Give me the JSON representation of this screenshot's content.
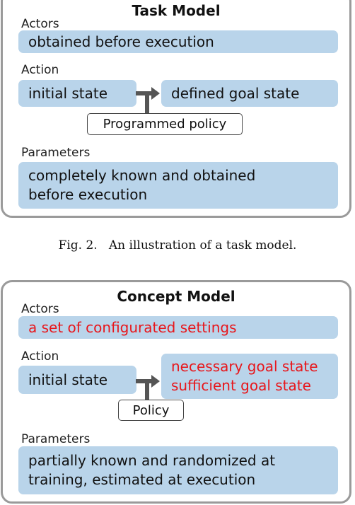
{
  "task_model": {
    "title": "Task Model",
    "actors_label": "Actors",
    "actors_value": "obtained before execution",
    "action_label": "Action",
    "initial_state": "initial state",
    "goal_state": "defined goal state",
    "policy": "Programmed policy",
    "parameters_label": "Parameters",
    "parameters_line1": "completely known and obtained",
    "parameters_line2": "before execution"
  },
  "caption": "Fig. 2.   An illustration of a task model.",
  "concept_model": {
    "title": "Concept Model",
    "actors_label": "Actors",
    "actors_value": "a set of configurated settings",
    "action_label": "Action",
    "initial_state": "initial state",
    "goal_state_line1": "necessary goal state",
    "goal_state_line2": "sufficient goal state",
    "policy": "Policy",
    "parameters_label": "Parameters",
    "parameters_line1": "partially known and randomized at",
    "parameters_line2": "training, estimated at execution"
  },
  "colors": {
    "box_fill": "#b9d4ea",
    "highlight_text": "#e8161b",
    "panel_border": "#9a9a9a",
    "arrow": "#555555"
  }
}
